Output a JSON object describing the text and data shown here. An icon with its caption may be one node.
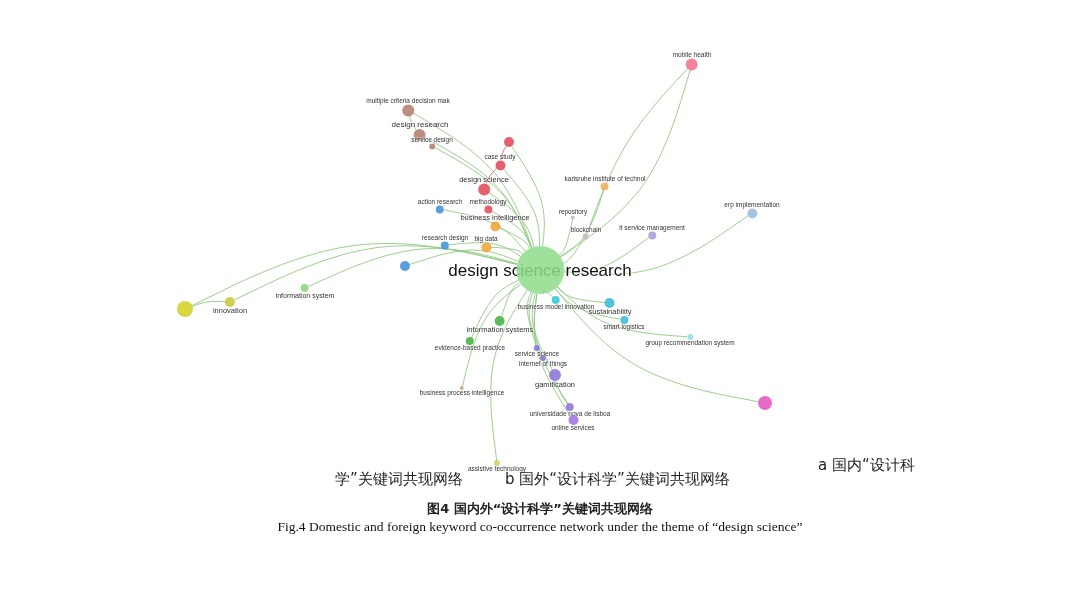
{
  "diagram": {
    "title": "图4 国内外“设计科学”关键词共现网络",
    "caption": "Fig.4 Domestic and foreign keyword co-occurrence network under the theme of “design science”",
    "nodes": [
      {
        "text": [
          "design science research"
        ]
      },
      {
        "text": [
          "multiple criteria decision mak"
        ]
      },
      {
        "text": [
          "design research"
        ]
      },
      {
        "text": [
          "service design"
        ]
      },
      {
        "text": [],
        "shape": "circle"
      },
      {
        "text": [
          "case study"
        ]
      },
      {
        "text": [
          "design science"
        ]
      },
      {
        "text": [
          "action research"
        ]
      },
      {
        "text": [
          "methodology"
        ]
      },
      {
        "text": [
          "business intelligence"
        ]
      },
      {
        "text": [
          "research design"
        ]
      },
      {
        "text": [
          "big data"
        ]
      },
      {
        "text": [
          "karlsruhe institute of technol"
        ]
      },
      {
        "text": [
          "repository"
        ]
      },
      {
        "text": [
          "blockchain"
        ]
      },
      {
        "text": [
          "it service management"
        ]
      },
      {
        "text": [
          "erp implementation"
        ]
      },
      {
        "text": [
          "mobile health"
        ]
      },
      {
        "text": [
          "information system"
        ]
      },
      {
        "text": [
          "innovation"
        ]
      },
      {
        "text": [],
        "shape": "circle"
      },
      {
        "text": [
          "business model innovation"
        ]
      },
      {
        "text": [
          "sustainability"
        ]
      },
      {
        "text": [
          "smart logistics"
        ]
      },
      {
        "text": [
          "information systems"
        ]
      },
      {
        "text": [
          "evidence-based practice"
        ]
      },
      {
        "text": [
          "group recommendation system"
        ]
      },
      {
        "text": [
          "service science"
        ]
      },
      {
        "text": [
          "internet of things"
        ]
      },
      {
        "text": [
          "gamification"
        ]
      },
      {
        "text": [
          "business process intelligence"
        ]
      },
      {
        "text": [
          "universidade nova de lisboa"
        ]
      },
      {
        "text": [
          "online services"
        ]
      },
      {
        "text": [],
        "shape": "circle"
      },
      {
        "text": [
          "assistive technology"
        ]
      },
      {
        "text": [],
        "shape": "circle"
      }
    ],
    "edges": [
      {
        "from": 0,
        "to": 1,
        "arrow": "none"
      },
      {
        "from": 0,
        "to": 2,
        "arrow": "none"
      },
      {
        "from": 0,
        "to": 3,
        "arrow": "none"
      },
      {
        "from": 0,
        "to": 4,
        "arrow": "none"
      },
      {
        "from": 0,
        "to": 5,
        "arrow": "none"
      },
      {
        "from": 0,
        "to": 6,
        "arrow": "none"
      },
      {
        "from": 0,
        "to": 7,
        "arrow": "none"
      },
      {
        "from": 0,
        "to": 8,
        "arrow": "none"
      },
      {
        "from": 0,
        "to": 9,
        "arrow": "none"
      },
      {
        "from": 0,
        "to": 10,
        "arrow": "none"
      },
      {
        "from": 0,
        "to": 11,
        "arrow": "none"
      },
      {
        "from": 0,
        "to": 12,
        "arrow": "none"
      },
      {
        "from": 0,
        "to": 13,
        "arrow": "none"
      },
      {
        "from": 0,
        "to": 14,
        "arrow": "none"
      },
      {
        "from": 0,
        "to": 15,
        "arrow": "none"
      },
      {
        "from": 0,
        "to": 16,
        "arrow": "none"
      },
      {
        "from": 0,
        "to": 17,
        "arrow": "none"
      },
      {
        "from": 0,
        "to": 18,
        "arrow": "none"
      },
      {
        "from": 0,
        "to": 19,
        "arrow": "none"
      },
      {
        "from": 0,
        "to": 20,
        "arrow": "none"
      },
      {
        "from": 0,
        "to": 21,
        "arrow": "none"
      },
      {
        "from": 0,
        "to": 22,
        "arrow": "none"
      },
      {
        "from": 0,
        "to": 23,
        "arrow": "none"
      },
      {
        "from": 0,
        "to": 24,
        "arrow": "none"
      },
      {
        "from": 0,
        "to": 25,
        "arrow": "none"
      },
      {
        "from": 0,
        "to": 26,
        "arrow": "none"
      },
      {
        "from": 0,
        "to": 27,
        "arrow": "none"
      },
      {
        "from": 0,
        "to": 28,
        "arrow": "none"
      },
      {
        "from": 0,
        "to": 29,
        "arrow": "none"
      },
      {
        "from": 0,
        "to": 30,
        "arrow": "none"
      },
      {
        "from": 0,
        "to": 31,
        "arrow": "none"
      },
      {
        "from": 0,
        "to": 32,
        "arrow": "none"
      },
      {
        "from": 0,
        "to": 33,
        "arrow": "none"
      },
      {
        "from": 0,
        "to": 34,
        "arrow": "none"
      },
      {
        "from": 0,
        "to": 35,
        "arrow": "none"
      },
      {
        "from": 1,
        "to": 2,
        "arrow": "none"
      },
      {
        "from": 4,
        "to": 5,
        "arrow": "none",
        "color": "#e0606a"
      },
      {
        "from": 5,
        "to": 6,
        "arrow": "none",
        "color": "#e0606a"
      },
      {
        "from": 19,
        "to": 20,
        "arrow": "none"
      },
      {
        "from": 29,
        "to": 31,
        "arrow": "none"
      },
      {
        "from": 17,
        "to": 14,
        "arrow": "none"
      }
    ],
    "labels": [
      "a 国内“设计科",
      "学”关键词共现网络",
      "b 国外“设计科学”关键词共现网络"
    ]
  }
}
